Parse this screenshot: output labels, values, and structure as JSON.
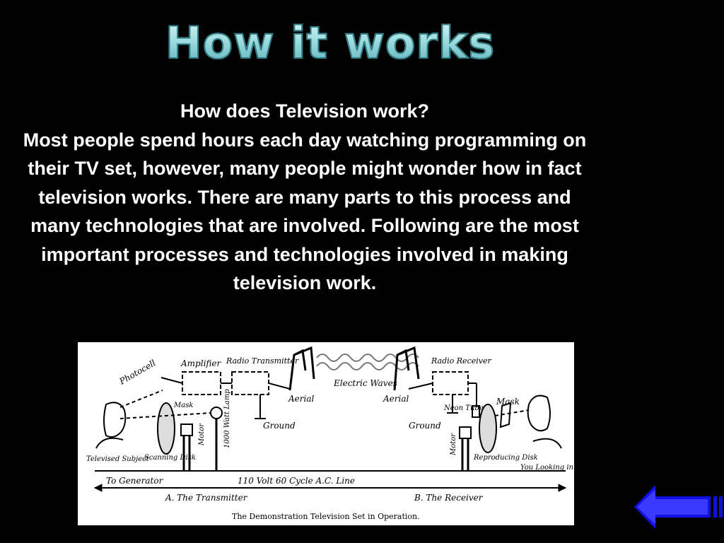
{
  "slide": {
    "title": "How it works",
    "heading": "How does Television work?",
    "paragraph": "Most people spend hours each day watching programming on their TV set, however, many people might wonder how in fact television works. There are many parts to this process and many technologies that are involved. Following are the most important processes and technologies involved in making television work."
  },
  "diagram": {
    "labels": {
      "photocell": "Photocell",
      "amplifier": "Amplifier",
      "radio_transmitter": "Radio Transmitter",
      "electric_waves": "Electric Waves",
      "radio_receiver": "Radio Receiver",
      "aerial_left": "Aerial",
      "aerial_right": "Aerial",
      "ground_left": "Ground",
      "ground_right": "Ground",
      "mask_left": "Mask",
      "mask_right": "Mask",
      "lamp": "1000 Watt Lamp",
      "motor_left": "Motor",
      "motor_right": "Motor",
      "neon_tube": "Neon Tube",
      "televised_subject": "Televised Subject",
      "scanning_disk": "Scanning Disk",
      "reproducing_disk": "Reproducing Disk",
      "you_looking_in": "You Looking in",
      "to_generator": "To Generator",
      "ac_line": "110 Volt 60 Cycle A.C. Line",
      "transmitter": "A. The Transmitter",
      "receiver": "B. The Receiver",
      "caption": "The Demonstration Television Set in Operation."
    }
  },
  "nav": {
    "back_icon": "left-arrow-icon",
    "accent_color": "#1010e0"
  }
}
